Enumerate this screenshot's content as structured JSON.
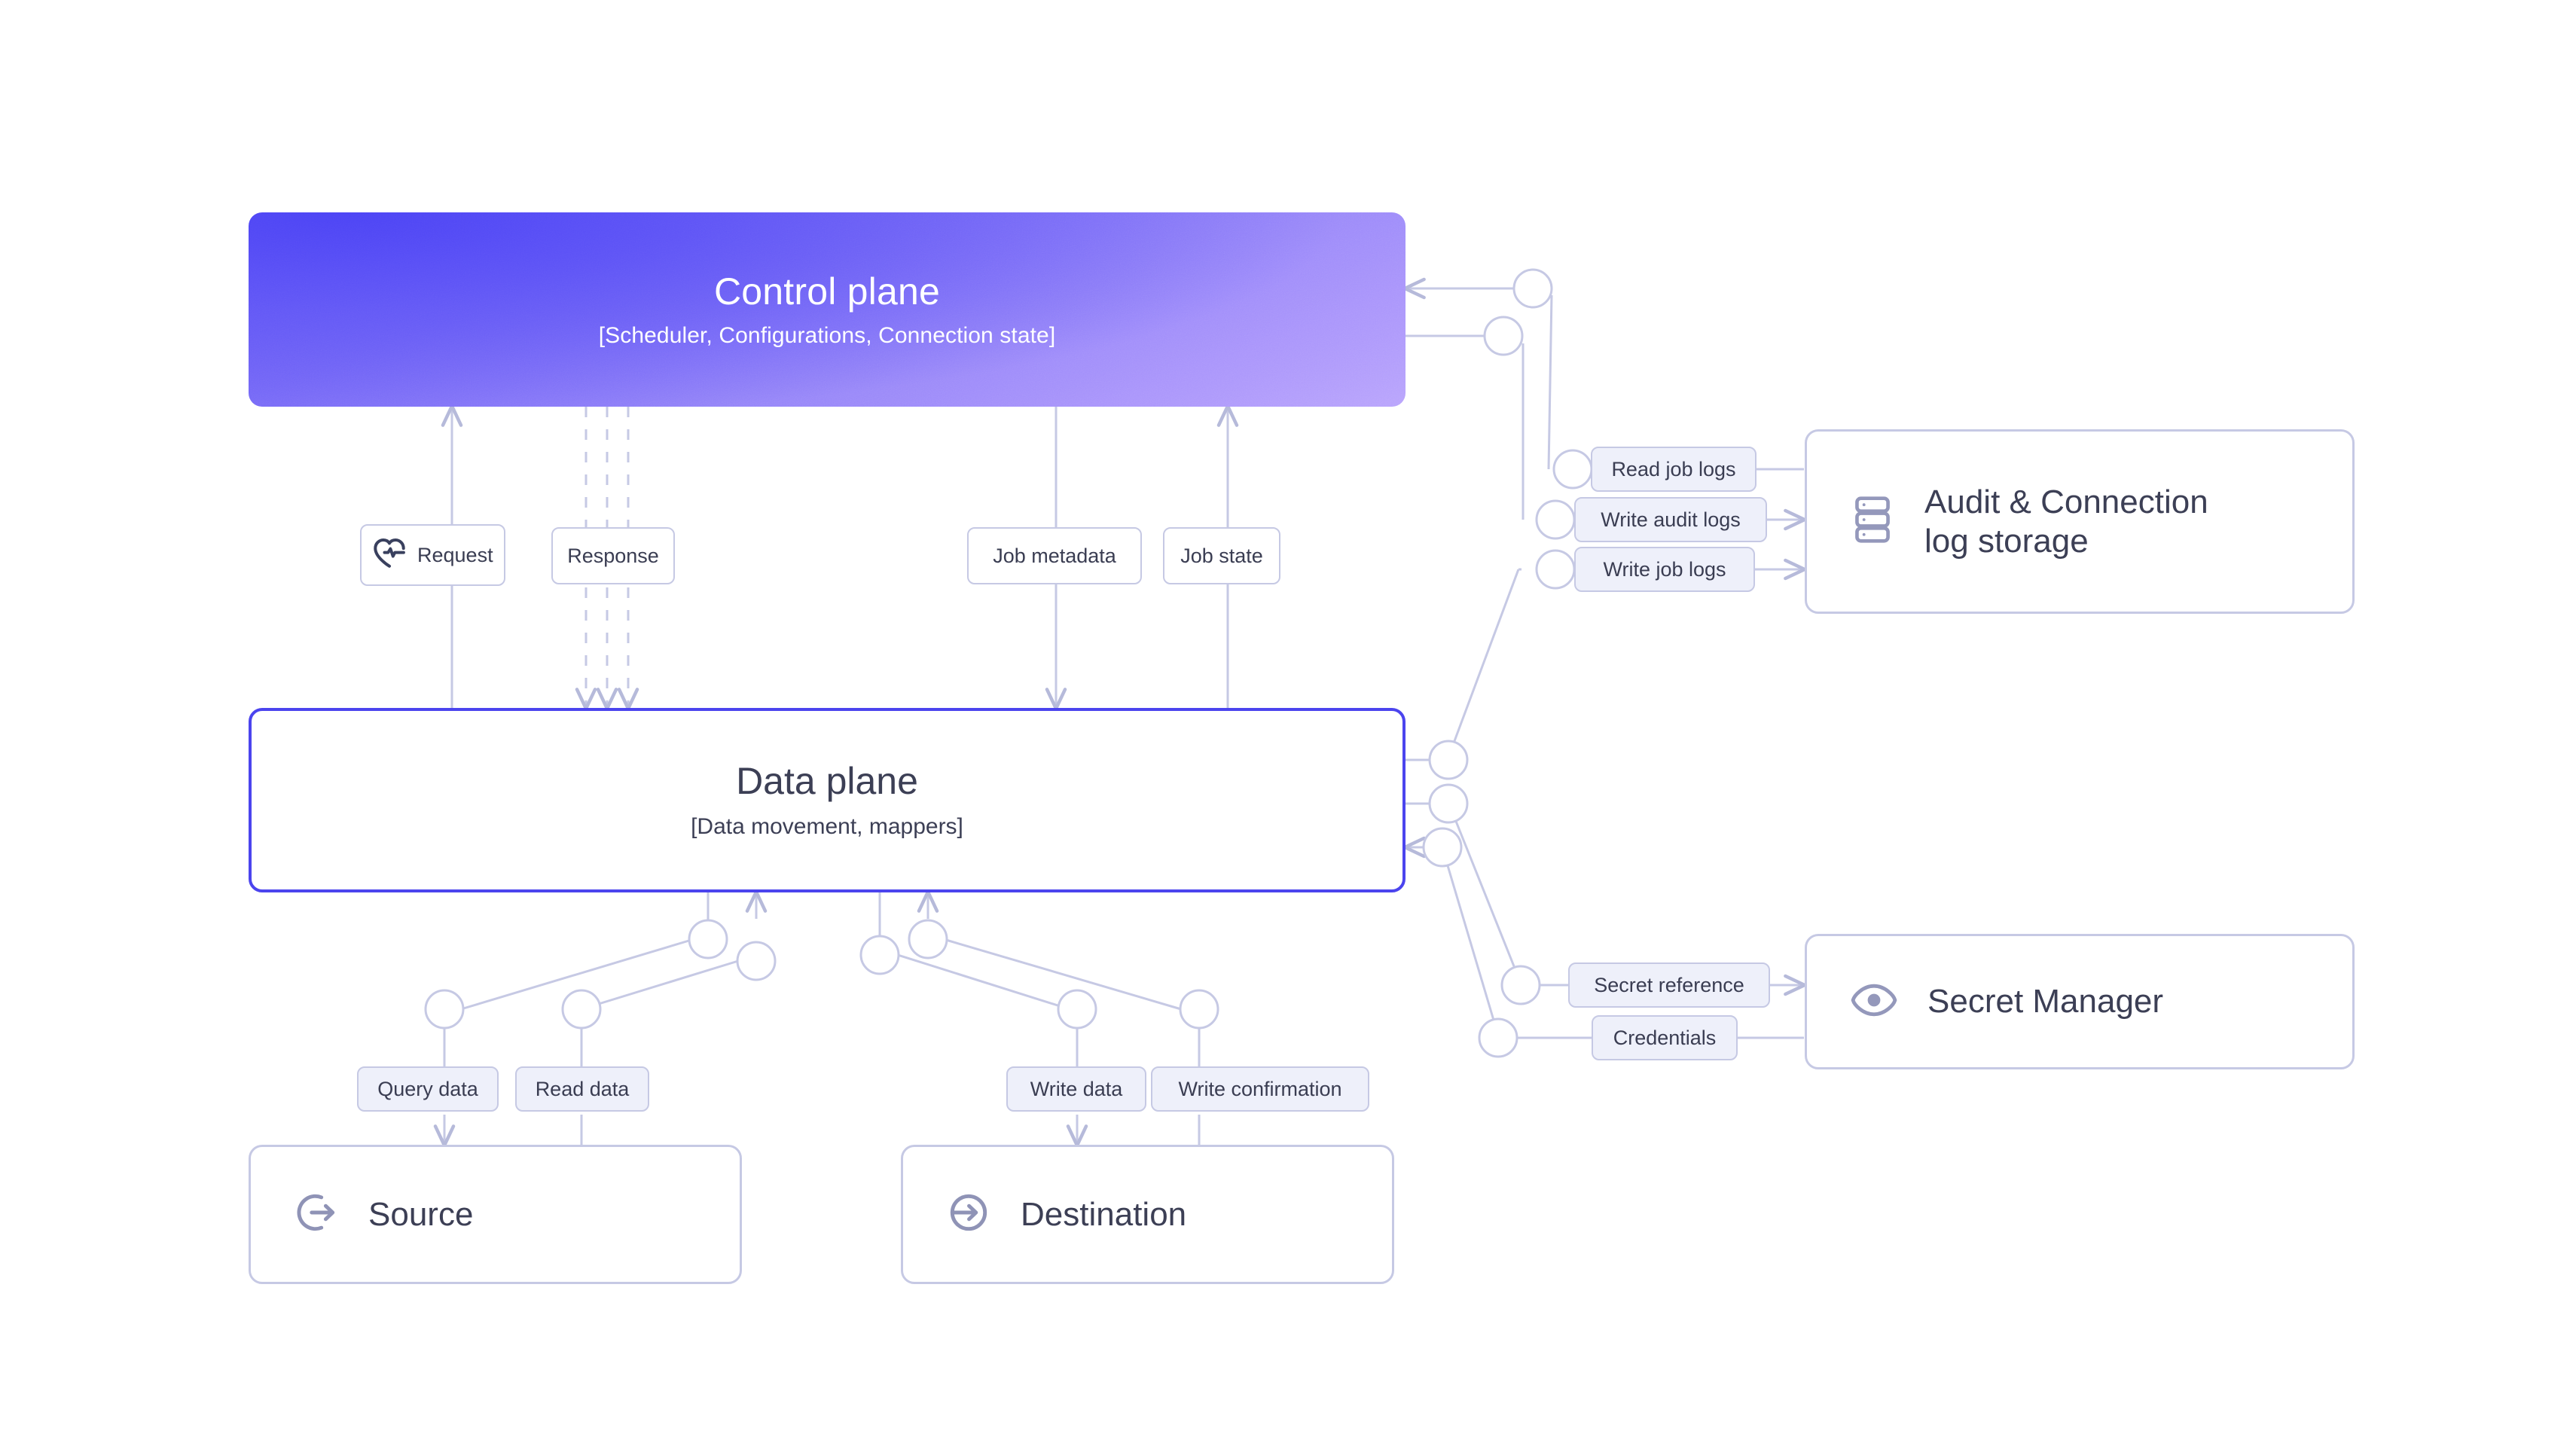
{
  "diagram": {
    "title": "Control plane / Data plane architecture",
    "background_color": "#ffffff",
    "accent_color": "#4b44ee",
    "edge_color": "#c6c9e4",
    "pill_fill_tint": "#eef0fa",
    "text_color": "#3c3f55"
  },
  "nodes": {
    "control_plane": {
      "title": "Control plane",
      "subtitle": "[Scheduler, Configurations, Connection state]",
      "gradient_from": "#5b51f5",
      "gradient_to": "#b9a4fc"
    },
    "data_plane": {
      "title": "Data plane",
      "subtitle": "[Data movement, mappers]",
      "border_color": "#4b44ee"
    },
    "audit_log_storage": {
      "label_line1": "Audit & Connection",
      "label_line2": "log storage",
      "icon": "database-rack-icon"
    },
    "secret_manager": {
      "label": "Secret Manager",
      "icon": "eye-icon"
    },
    "source": {
      "label": "Source",
      "icon": "arrow-out-circle-icon"
    },
    "destination": {
      "label": "Destination",
      "icon": "arrow-in-circle-icon"
    }
  },
  "edge_labels": {
    "request": {
      "text": "Request",
      "icon": "heart-pulse-icon",
      "style": "white"
    },
    "response": {
      "text": "Response",
      "style": "white"
    },
    "job_metadata": {
      "text": "Job metadata",
      "style": "white"
    },
    "job_state": {
      "text": "Job state",
      "style": "white"
    },
    "read_job_logs": {
      "text": "Read job logs",
      "style": "tint"
    },
    "write_audit_logs": {
      "text": "Write audit logs",
      "style": "tint"
    },
    "write_job_logs": {
      "text": "Write job logs",
      "style": "tint"
    },
    "secret_reference": {
      "text": "Secret reference",
      "style": "tint"
    },
    "credentials": {
      "text": "Credentials",
      "style": "tint"
    },
    "query_data": {
      "text": "Query data",
      "style": "tint"
    },
    "read_data": {
      "text": "Read data",
      "style": "tint"
    },
    "write_data": {
      "text": "Write data",
      "style": "tint"
    },
    "write_confirmation": {
      "text": "Write confirmation",
      "style": "tint"
    }
  }
}
